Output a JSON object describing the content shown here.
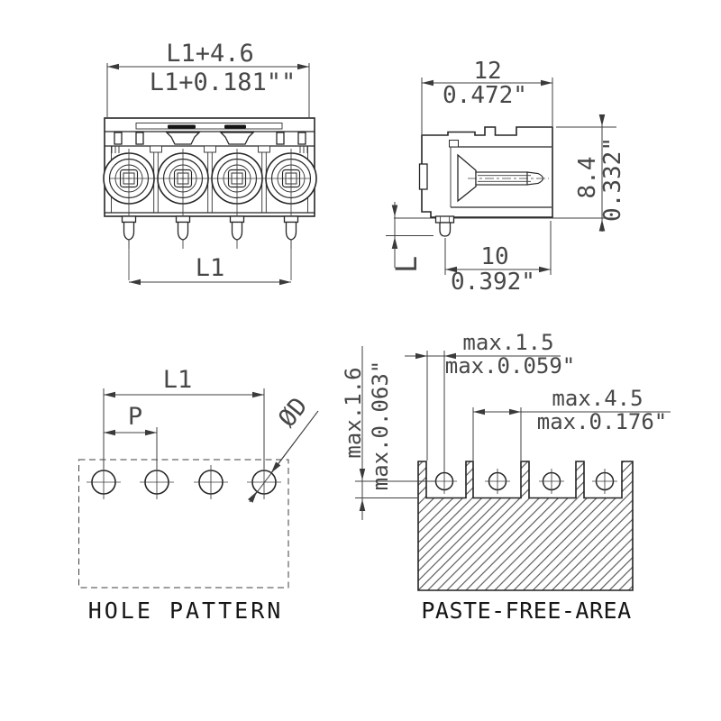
{
  "front_view": {
    "dim_width_mm": "L1+4.6",
    "dim_width_inch": "L1+0.181\"\"",
    "dim_pin_span": "L1"
  },
  "side_view": {
    "dim_depth_mm": "12",
    "dim_depth_inch": "0.472\"",
    "dim_height_mm": "8.4",
    "dim_height_inch": "0.332\"",
    "dim_span_mm": "10",
    "dim_span_inch": "0.392\"",
    "dim_pin_length": "L"
  },
  "hole_pattern": {
    "caption": "HOLE PATTERN",
    "dim_span": "L1",
    "dim_pitch": "P",
    "dim_diameter": "ØD"
  },
  "paste_free_area": {
    "caption": "PASTE-FREE-AREA",
    "dim_web_mm": "max.1.5",
    "dim_web_inch": "max.0.059\"",
    "dim_gap_mm": "max.4.5",
    "dim_gap_inch": "max.0.176\"",
    "dim_depth_mm": "max.1.6",
    "dim_depth_inch": "max.0.063\""
  },
  "colors": {
    "outline": "#262626",
    "dimension": "#3f3f3f",
    "text": "#474747",
    "background": "#ffffff"
  }
}
